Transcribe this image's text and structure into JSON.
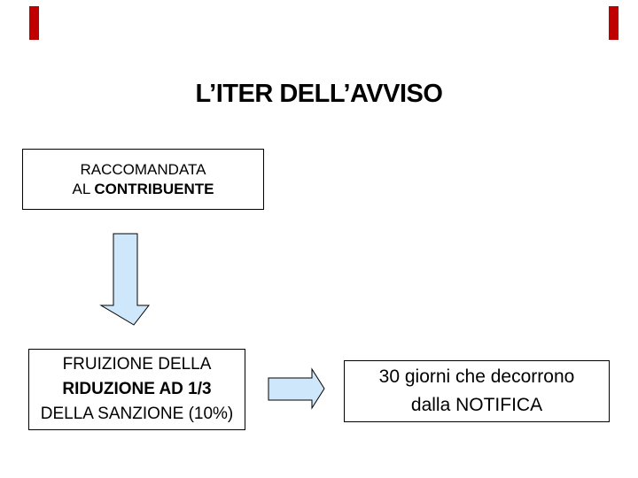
{
  "slide": {
    "title": "L’ITER DELL’AVVISO",
    "accent_color": "#c00000",
    "arrow_fill": "#cfe7fa",
    "arrow_stroke": "#000000",
    "boxes": {
      "raccomandata": {
        "line1": "RACCOMANDATA",
        "line2_regular": "AL ",
        "line2_bold": "CONTRIBUENTE"
      },
      "fruizione": {
        "line1": "FRUIZIONE DELLA",
        "line2": "RIDUZIONE AD 1/3",
        "line3": "DELLA SANZIONE (10%)"
      },
      "giorni": {
        "line1": "30 giorni che decorrono",
        "line2": "dalla NOTIFICA"
      }
    }
  }
}
